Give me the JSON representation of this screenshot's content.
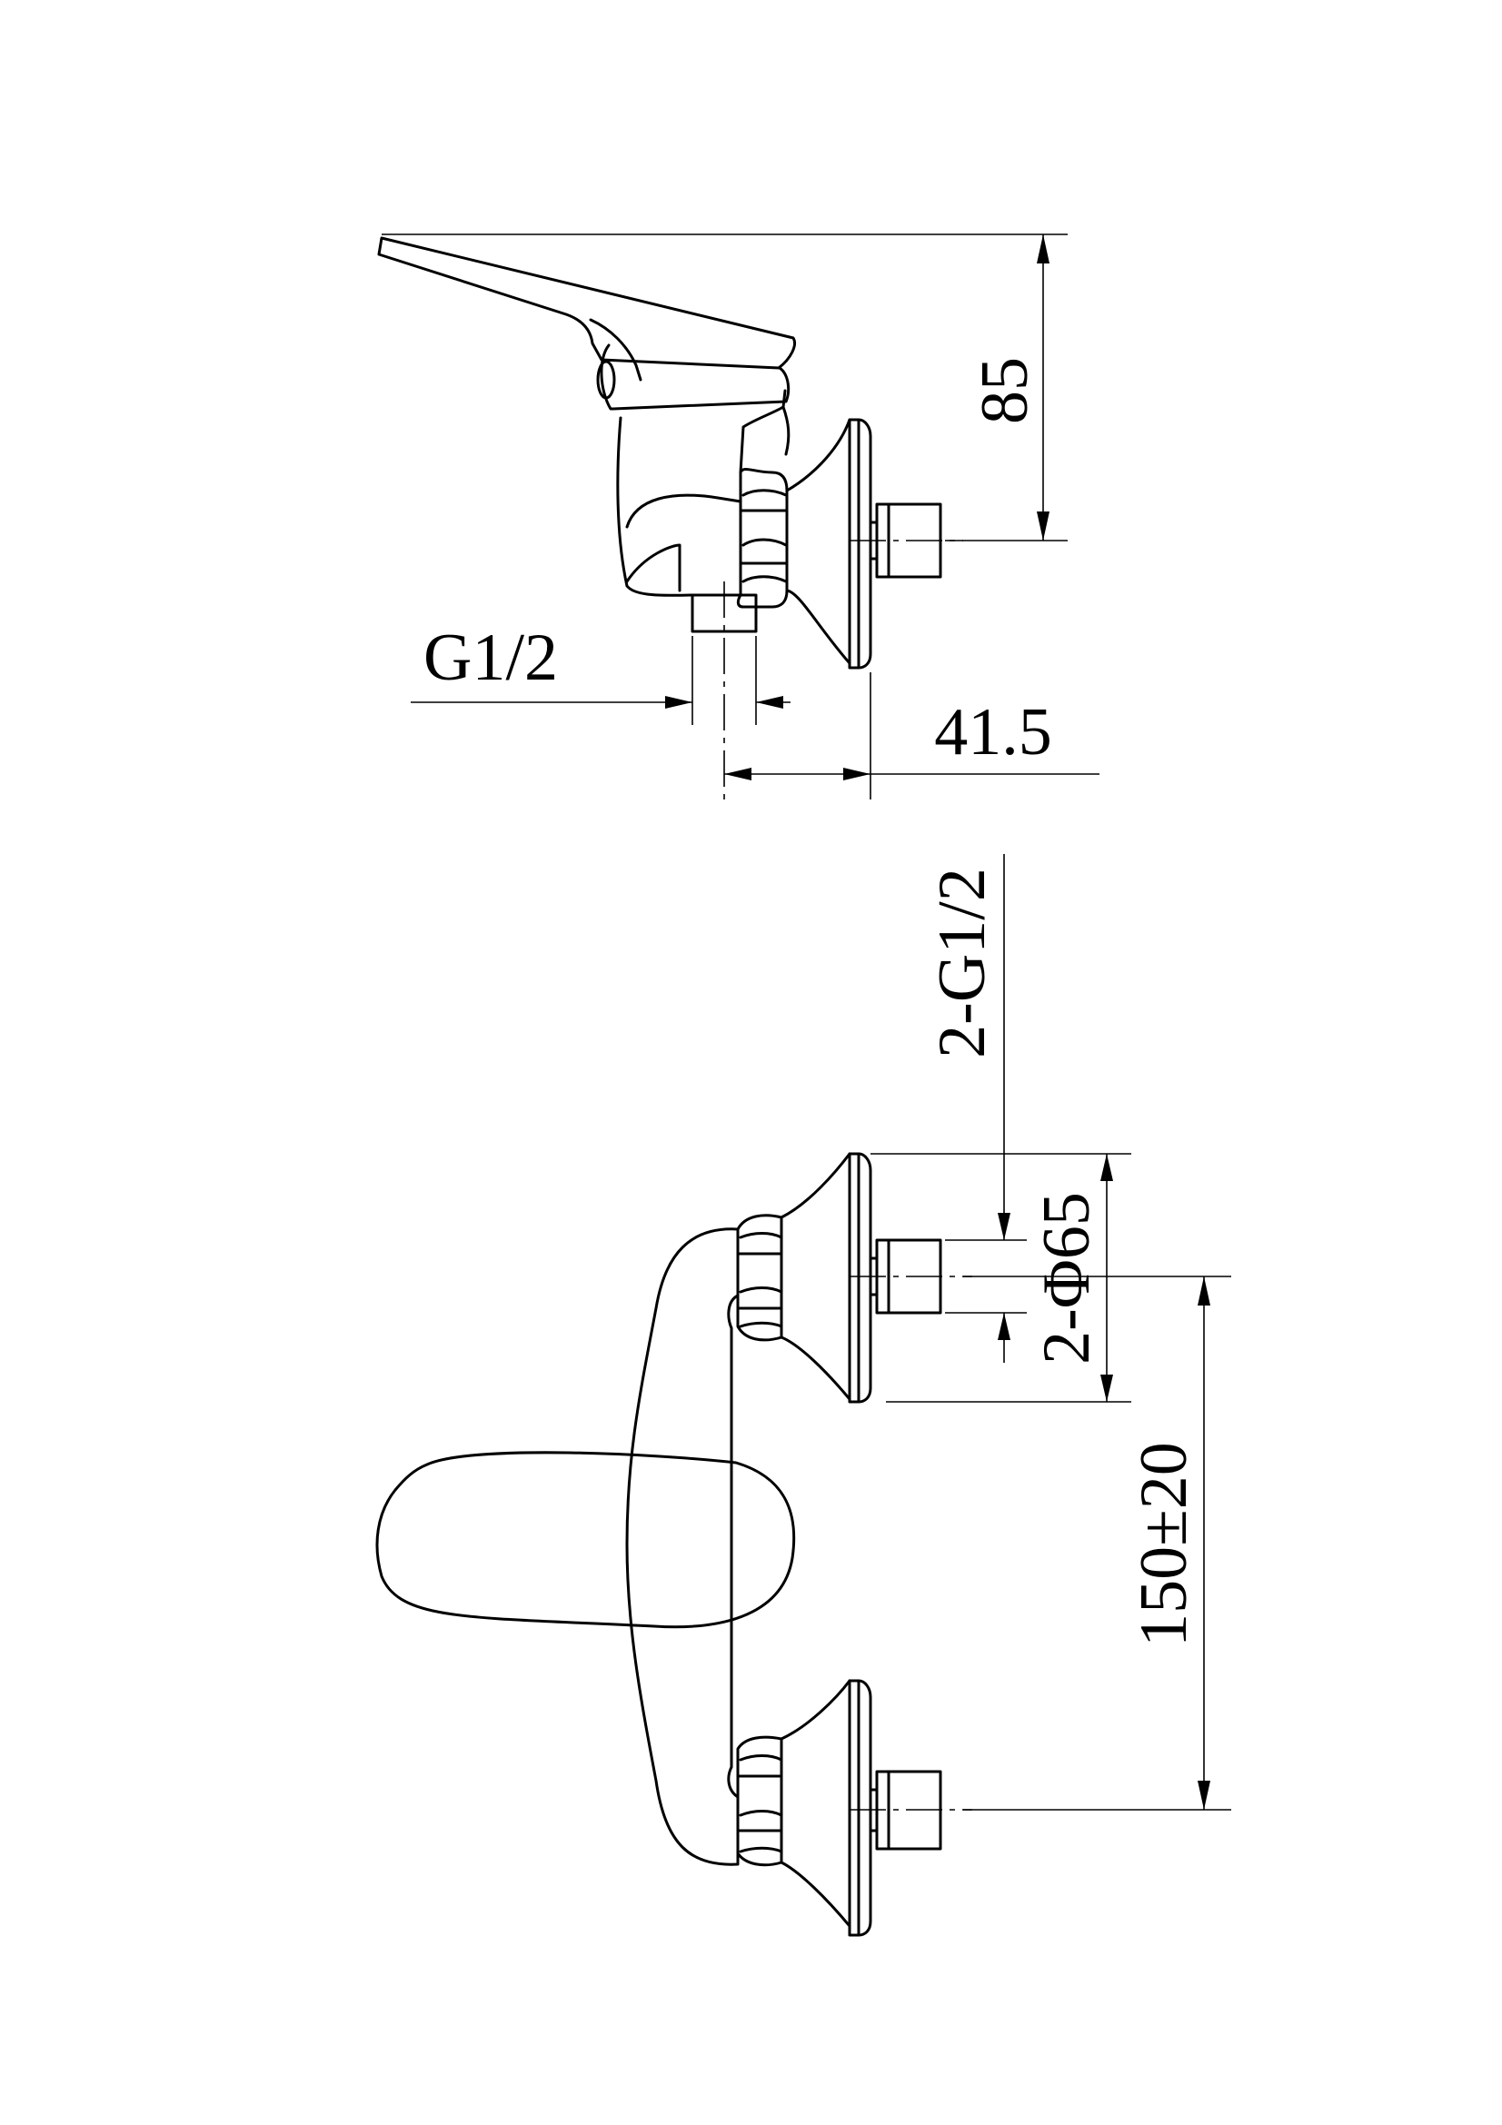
{
  "drawing": {
    "orientation": "rotated-90-ccw",
    "line_color": "#000000",
    "background": "#ffffff"
  },
  "views": [
    {
      "name": "side view"
    },
    {
      "name": "front view"
    }
  ],
  "dimensions": {
    "side_height": "85",
    "side_inlet_thread": "G1/2",
    "side_projection": "41.5",
    "front_inlet_threads": "2-G1/2",
    "front_flange_diameter": "2-Φ65",
    "front_centers": "150±20"
  }
}
